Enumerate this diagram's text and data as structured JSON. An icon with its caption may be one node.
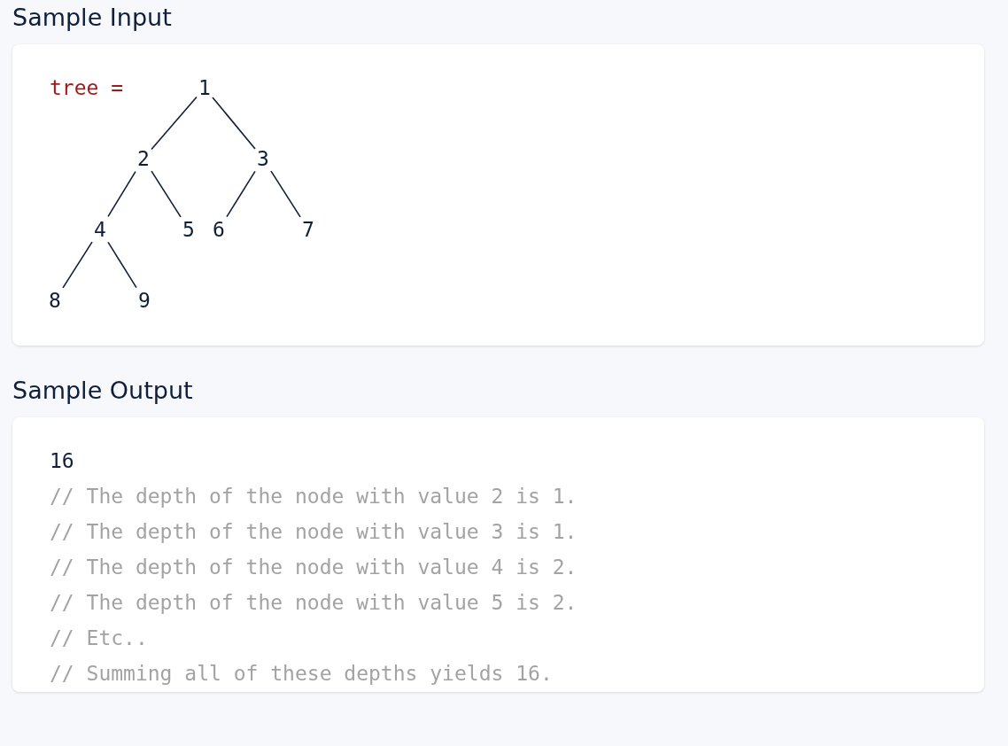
{
  "diagram": {
    "nodes": [
      {
        "text": [
          "Sample Input",
          "tree ="
        ]
      },
      {
        "text": [
          "1"
        ],
        "in": 0
      },
      {
        "text": [
          "2"
        ],
        "in": 0
      },
      {
        "text": [
          "3"
        ],
        "in": 0
      },
      {
        "text": [
          "4"
        ],
        "in": 0
      },
      {
        "text": [
          "5"
        ],
        "in": 0
      },
      {
        "text": [
          "6"
        ],
        "in": 0
      },
      {
        "text": [
          "7"
        ],
        "in": 0
      },
      {
        "text": [
          "8"
        ],
        "in": 0
      },
      {
        "text": [
          "9"
        ],
        "in": 0
      },
      {
        "text": [
          "Sample Output",
          "16",
          "// The depth of the node with value 2 is 1.",
          "// The depth of the node with value 3 is 1.",
          "// The depth of the node with value 4 is 2.",
          "// The depth of the node with value 5 is 2.",
          "// Etc..",
          "// Summing all of these depths yields 16."
        ]
      }
    ],
    "edges": [
      {
        "from": 1,
        "to": 2,
        "arrow": "none"
      },
      {
        "from": 1,
        "to": 3,
        "arrow": "none"
      },
      {
        "from": 2,
        "to": 4,
        "arrow": "none"
      },
      {
        "from": 2,
        "to": 5,
        "arrow": "none"
      },
      {
        "from": 3,
        "to": 6,
        "arrow": "none"
      },
      {
        "from": 3,
        "to": 7,
        "arrow": "none"
      },
      {
        "from": 4,
        "to": 8,
        "arrow": "none"
      },
      {
        "from": 4,
        "to": 9,
        "arrow": "none"
      }
    ]
  }
}
